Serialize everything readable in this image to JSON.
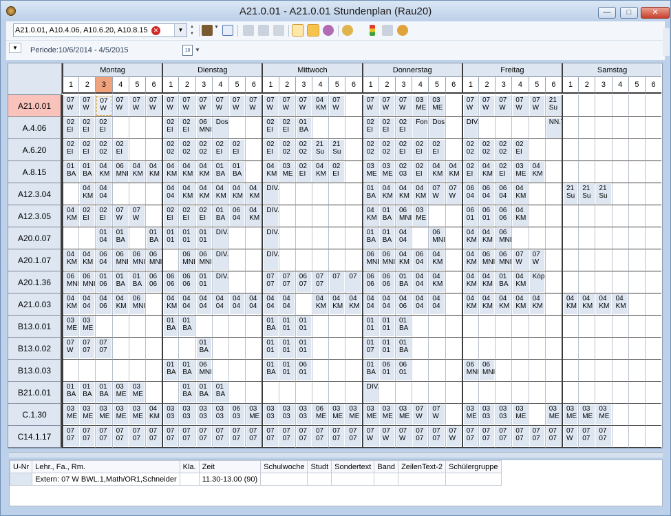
{
  "window": {
    "title": "A21.0.01 - A21.0.01  Stundenplan  (Rau20)",
    "minimize_label": "—",
    "maximize_label": "□",
    "close_label": "✕"
  },
  "toolbar": {
    "room_selection": "A21.0.01, A10.4.06, A10.6.20, A10.8.15",
    "icons": [
      "form-icon",
      "dropdown-arrow-icon",
      "navigate-icon",
      "print-icon",
      "lock-icon",
      "undo-icon",
      "edit-icon",
      "zoom-icon",
      "teachers-icon",
      "settings-icon",
      "traffic-light-icon",
      "preview-icon",
      "gear-icon"
    ]
  },
  "period": {
    "label": "Periode:10/6/2014 - 4/5/2015",
    "calendar_day": "18"
  },
  "days": [
    "Montag",
    "Dienstag",
    "Mittwoch",
    "Donnerstag",
    "Freitag",
    "Samstag"
  ],
  "periods": [
    "1",
    "2",
    "3",
    "4",
    "5",
    "6"
  ],
  "current_period": {
    "day": 0,
    "period": 2
  },
  "rows": [
    {
      "room": "A21.0.01",
      "selected": true,
      "cells": [
        [
          "07\nW",
          "07\nW",
          "07\nW",
          "07\nW",
          "07\nW",
          "07\nW"
        ],
        [
          "07\nW",
          "07\nW",
          "07\nW",
          "07\nW",
          "07\nW",
          "07\nW"
        ],
        [
          "07\nW",
          "07\nW",
          "07\nW",
          "04\nKM",
          "07\nW",
          ""
        ],
        [
          "07\nW",
          "07\nW",
          "07\nW",
          "03\nME",
          "03\nME",
          ""
        ],
        [
          "07\nW",
          "07\nW",
          "07\nW",
          "07\nW",
          "07\nW",
          "21\nSu"
        ],
        [
          "",
          "",
          "",
          "",
          "",
          ""
        ]
      ]
    },
    {
      "room": "A.4.06",
      "cells": [
        [
          "02\nEI",
          "02\nEI",
          "02\nEI",
          "",
          "",
          ""
        ],
        [
          "02\nEI",
          "02\nEI",
          "06\nMNI",
          "DosSant",
          "",
          ""
        ],
        [
          "02\nEI",
          "02\nEI",
          "01\nBA",
          "",
          "",
          ""
        ],
        [
          "02\nEI",
          "02\nEI",
          "02\nEI",
          "Fon",
          "DosSant",
          ""
        ],
        [
          "DIV.THM",
          "",
          "",
          "",
          "",
          "NN.THM"
        ],
        [
          "",
          "",
          "",
          "",
          "",
          ""
        ]
      ]
    },
    {
      "room": "A.6.20",
      "cells": [
        [
          "02\nEI",
          "02\nEI",
          "02\n02",
          "02\nEI",
          "",
          ""
        ],
        [
          "02\n02",
          "02\n02",
          "02\n02",
          "02\nEI",
          "02\nEI",
          ""
        ],
        [
          "02\nEI",
          "02\n02",
          "02\n02",
          "21\nSu",
          "21\nSu",
          ""
        ],
        [
          "02\n02",
          "02\n02",
          "02\nEI",
          "02\nEI",
          "02\nEI",
          ""
        ],
        [
          "02\n02",
          "02\n02",
          "02\n02",
          "02\nEI",
          "",
          ""
        ],
        [
          "",
          "",
          "",
          "",
          "",
          ""
        ]
      ]
    },
    {
      "room": "A.8.15",
      "cells": [
        [
          "01\nBA",
          "01\nBA",
          "04\nKM",
          "06\nMNI",
          "04\nKM",
          "04\nKM"
        ],
        [
          "04\nKM",
          "04\nKM",
          "04\nKM",
          "01\nBA",
          "01\nBA",
          ""
        ],
        [
          "04\nKM",
          "03\nME",
          "02\nEI",
          "04\nKM",
          "02\nEI",
          ""
        ],
        [
          "03\nME",
          "03\nME",
          "02\n03",
          "02\nEI",
          "04\nKM",
          "04\nKM"
        ],
        [
          "02\nEI",
          "04\nKM",
          "02\nEI",
          "03\nME",
          "04\nKM",
          ""
        ],
        [
          "",
          "",
          "",
          "",
          "",
          ""
        ]
      ]
    },
    {
      "room": "A12.3.04",
      "cells": [
        [
          "",
          "04\nKM",
          "04\n04",
          "",
          "",
          ""
        ],
        [
          "04\n04",
          "04\nKM",
          "04\nKM",
          "04\nKM",
          "04\nKM",
          "04\nKM"
        ],
        [
          "DIV.THM.",
          "",
          "",
          "",
          "",
          ""
        ],
        [
          "01\nBA",
          "04\nKM",
          "04\nKM",
          "04\nKM",
          "07\nW",
          "07\nW"
        ],
        [
          "06\n04",
          "06\n04",
          "06\n04",
          "04\nKM",
          "",
          ""
        ],
        [
          "21\nSu",
          "21\nSu",
          "21\nSu",
          "",
          "",
          ""
        ]
      ]
    },
    {
      "room": "A12.3.05",
      "cells": [
        [
          "04\nKM",
          "02\nEI",
          "02\nEI",
          "07\nW",
          "07\nW",
          ""
        ],
        [
          "02\nEI",
          "02\nEI",
          "02\nEI",
          "01\nBA",
          "06\n04",
          "04\nKM"
        ],
        [
          "DIV.THM.",
          "",
          "",
          "",
          "",
          ""
        ],
        [
          "04\nKM",
          "01\nBA",
          "06\nMNI",
          "03\nME",
          "",
          ""
        ],
        [
          "06\n01",
          "06\n01",
          "06\n06",
          "04\nKM",
          "",
          ""
        ],
        [
          "",
          "",
          "",
          "",
          "",
          ""
        ]
      ]
    },
    {
      "room": "A20.0.07",
      "cells": [
        [
          "",
          "",
          "01\n04",
          "01\nBA",
          "",
          "01\nBA"
        ],
        [
          "01\n01",
          "01\n01",
          "01\n01",
          "DIV.THM.",
          "",
          ""
        ],
        [
          "DIV.THM.",
          "",
          "",
          "",
          "",
          ""
        ],
        [
          "01\nBA",
          "01\nBA",
          "04\n04",
          "",
          "06\nMNI",
          ""
        ],
        [
          "04\nKM",
          "04\nKM",
          "06\nMNI",
          "",
          "",
          ""
        ],
        [
          "",
          "",
          "",
          "",
          "",
          ""
        ]
      ]
    },
    {
      "room": "A20.1.07",
      "cells": [
        [
          "04\nKM",
          "04\nKM",
          "06\n04",
          "06\nMNI",
          "06\nMNI",
          "06\nMNI"
        ],
        [
          "",
          "06\nMNI",
          "06\nMNI",
          "DIV.THM.",
          "",
          ""
        ],
        [
          "DIV.THM.",
          "",
          "",
          "",
          "",
          ""
        ],
        [
          "06\nMNI",
          "06\nMNI",
          "04\nKM",
          "06\n04",
          "04\nKM",
          ""
        ],
        [
          "04\nKM",
          "06\nMNI",
          "06\nMNI",
          "07\nW",
          "07\nW",
          ""
        ],
        [
          "",
          "",
          "",
          "",
          "",
          ""
        ]
      ]
    },
    {
      "room": "A20.1.36",
      "cells": [
        [
          "06\nMNI",
          "06\nMNI",
          "01\n06",
          "01\nBA",
          "01\nBA",
          "06\n06"
        ],
        [
          "06\n06",
          "06\n06",
          "01\n01",
          "DIV.THM.",
          "",
          ""
        ],
        [
          "07\n07",
          "07\n07",
          "06\n07",
          "07\n07",
          "07",
          "07"
        ],
        [
          "06\n06",
          "06\n06",
          "01\nBA",
          "04\n04",
          "04\nKM",
          ""
        ],
        [
          "04\nKM",
          "04\nKM",
          "01\nBA",
          "04\nKM",
          "KöppHJ",
          ""
        ],
        [
          "",
          "",
          "",
          "",
          "",
          ""
        ]
      ]
    },
    {
      "room": "A21.0.03",
      "cells": [
        [
          "04\nKM",
          "04\n04",
          "04\n06",
          "04\nKM",
          "06\nMNI",
          ""
        ],
        [
          "04\nKM",
          "04\n04",
          "04\n04",
          "04\n04",
          "04\n04",
          "04\n04"
        ],
        [
          "04\n04",
          "04\n04",
          "",
          "04\nKM",
          "04\nKM",
          "04\nKM"
        ],
        [
          "04\n04",
          "04\n04",
          "04\n06",
          "04\n04",
          "04\n04",
          ""
        ],
        [
          "04\nKM",
          "04\nKM",
          "04\nKM",
          "04\nKM",
          "04\nKM",
          ""
        ],
        [
          "04\nKM",
          "04\nKM",
          "04\nKM",
          "04\nKM",
          "",
          ""
        ]
      ]
    },
    {
      "room": "B13.0.01",
      "cells": [
        [
          "03\nME",
          "03\nME",
          "",
          "",
          "",
          ""
        ],
        [
          "01\nBA",
          "01\nBA",
          "",
          "",
          "",
          ""
        ],
        [
          "01\nBA",
          "01\n01",
          "01\n01",
          "",
          "",
          ""
        ],
        [
          "01\n01",
          "01\n01",
          "01\nBA",
          "",
          "",
          ""
        ],
        [
          "",
          "",
          "",
          "",
          "",
          ""
        ],
        [
          "",
          "",
          "",
          "",
          "",
          ""
        ]
      ]
    },
    {
      "room": "B13.0.02",
      "cells": [
        [
          "07\nW",
          "07\n07",
          "07\n07",
          "",
          "",
          ""
        ],
        [
          "",
          "",
          "01\nBA",
          "",
          "",
          ""
        ],
        [
          "01\n01",
          "01\n01",
          "01\n01",
          "",
          "",
          ""
        ],
        [
          "01\n07",
          "01\n01",
          "01\nBA",
          "",
          "",
          ""
        ],
        [
          "",
          "",
          "",
          "",
          "",
          ""
        ],
        [
          "",
          "",
          "",
          "",
          "",
          ""
        ]
      ]
    },
    {
      "room": "B13.0.03",
      "cells": [
        [
          "",
          "",
          "",
          "",
          "",
          ""
        ],
        [
          "01\nBA",
          "01\nBA",
          "06\nMNI",
          "",
          "",
          ""
        ],
        [
          "01\nBA",
          "01\n01",
          "06\n01",
          "",
          "",
          ""
        ],
        [
          "01\nBA",
          "06\n01",
          "06\n01",
          "",
          "",
          ""
        ],
        [
          "06\nMNI",
          "06\nMNI",
          "",
          "",
          "",
          ""
        ],
        [
          "",
          "",
          "",
          "",
          "",
          ""
        ]
      ]
    },
    {
      "room": "B21.0.01",
      "cells": [
        [
          "01\nBA",
          "01\nBA",
          "01\nBA",
          "03\nME",
          "03\nME",
          ""
        ],
        [
          "",
          "01\nBA",
          "01\nBA",
          "01\nBA",
          "",
          ""
        ],
        [
          "",
          "",
          "",
          "",
          "",
          ""
        ],
        [
          "DIV.THM",
          "",
          "",
          "",
          "",
          ""
        ],
        [
          "",
          "",
          "",
          "",
          "",
          ""
        ],
        [
          "",
          "",
          "",
          "",
          "",
          ""
        ]
      ]
    },
    {
      "room": "C.1.30",
      "cells": [
        [
          "03\nME",
          "03\nME",
          "03\nME",
          "03\nME",
          "03\nME",
          "04\nKM"
        ],
        [
          "03\n03",
          "03\n03",
          "03\n03",
          "03\n03",
          "06\n03",
          "03\nME"
        ],
        [
          "03\n03",
          "03\n03",
          "03\n03",
          "06\nME",
          "03\nME",
          "03\nME"
        ],
        [
          "03\nME",
          "03\nME",
          "03\nME",
          "07\nW",
          "07\nW",
          ""
        ],
        [
          "03\nME",
          "03\n03",
          "03\n03",
          "03\nME",
          "",
          "03\nME"
        ],
        [
          "03\nME",
          "03\nME",
          "03\nME",
          "",
          "",
          ""
        ]
      ]
    },
    {
      "room": "C14.1.17",
      "cells": [
        [
          "07\n07",
          "07\n07",
          "07\n07",
          "07\n07",
          "07\n07",
          "07\n07"
        ],
        [
          "07\n07",
          "07\n07",
          "07\n07",
          "07\n07",
          "07\n07",
          "07\n07"
        ],
        [
          "07\n07",
          "07\n07",
          "07\n07",
          "07\n07",
          "07\n07",
          "07\n07"
        ],
        [
          "07\nW",
          "07\nW",
          "07\nW",
          "07\n07",
          "07\n07",
          "07\nW"
        ],
        [
          "07\n07",
          "07\n07",
          "07\n07",
          "07\n07",
          "07\n07",
          "07\n07"
        ],
        [
          "07\nW",
          "07\n07",
          "07\n07",
          "",
          "",
          ""
        ]
      ]
    }
  ],
  "detail": {
    "headers": [
      "U-Nr",
      "Lehr., Fa., Rm.",
      "Kla.",
      "Zeit",
      "Schulwoche",
      "Studt",
      "Sondertext",
      "Band",
      "ZeilenText-2",
      "Schülergruppe"
    ],
    "row": [
      "",
      "Extern: 07 W BWL.1,Math/OR1,Schneider",
      "",
      "11.30-13.00 (90)",
      "",
      "",
      "",
      "",
      "",
      ""
    ]
  }
}
